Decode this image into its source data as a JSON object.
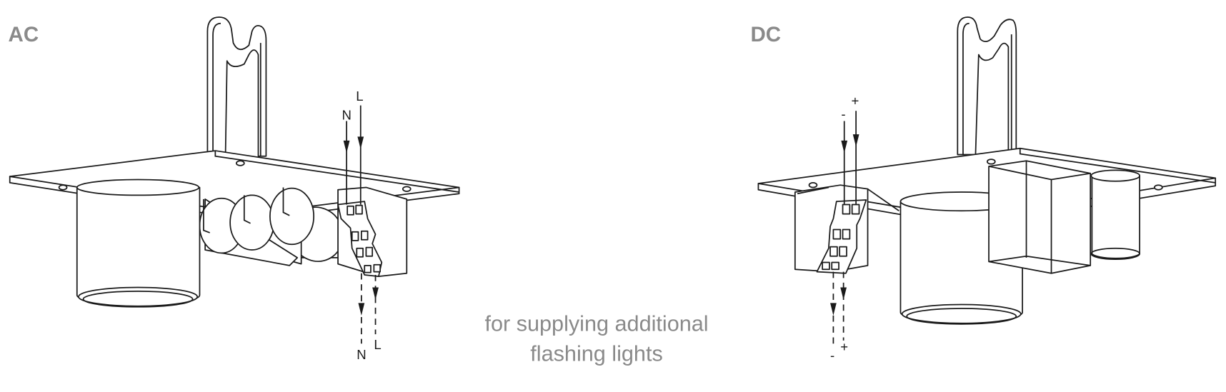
{
  "panels": {
    "ac": {
      "title": "AC",
      "input_labels": {
        "neutral": "N",
        "live": "L"
      },
      "output_labels": {
        "neutral": "N",
        "live": "L"
      }
    },
    "dc": {
      "title": "DC",
      "input_labels": {
        "negative": "-",
        "positive": "+"
      },
      "output_labels": {
        "negative": "-",
        "positive": "+"
      }
    }
  },
  "caption": {
    "line1": "for supplying additional",
    "line2": "flashing lights"
  },
  "colors": {
    "label_gray": "#8a8a8a",
    "line": "#1a1a1a"
  }
}
